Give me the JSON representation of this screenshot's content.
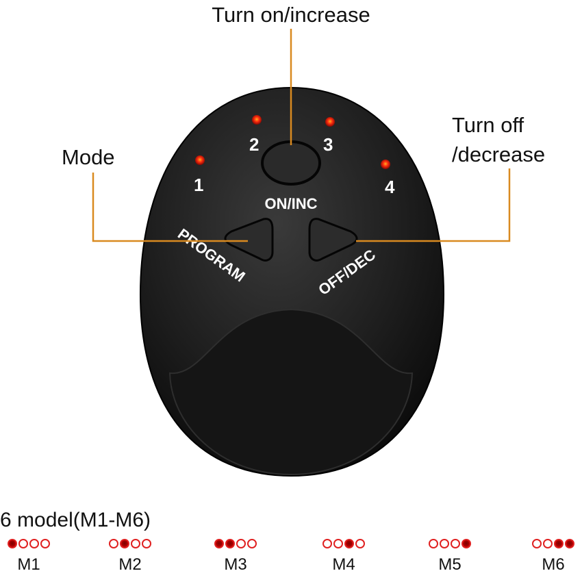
{
  "callouts": {
    "top": "Turn on/increase",
    "left": "Mode",
    "right_line1": "Turn off",
    "right_line2": "/decrease"
  },
  "device": {
    "led_labels": [
      "1",
      "2",
      "3",
      "4"
    ],
    "on_inc": "ON/INC",
    "program": "PROGRAM",
    "off_dec": "OFF/DEC"
  },
  "modes": {
    "title": "6 model(M1-M6)",
    "items": [
      {
        "label": "M1",
        "leds": [
          1,
          0,
          0,
          0
        ]
      },
      {
        "label": "M2",
        "leds": [
          0,
          1,
          0,
          0
        ]
      },
      {
        "label": "M3",
        "leds": [
          1,
          1,
          0,
          0
        ]
      },
      {
        "label": "M4",
        "leds": [
          0,
          0,
          1,
          0
        ]
      },
      {
        "label": "M5",
        "leds": [
          0,
          0,
          0,
          1
        ]
      },
      {
        "label": "M6",
        "leds": [
          0,
          0,
          1,
          1
        ]
      }
    ]
  },
  "colors": {
    "leader": "#d98a20",
    "led": "#e02020",
    "body": "#1c1c1c"
  }
}
